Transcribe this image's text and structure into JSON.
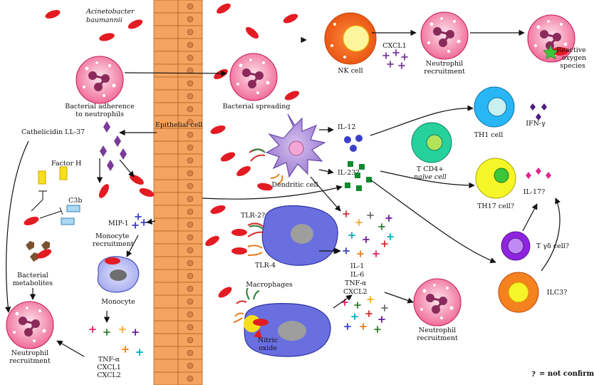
{
  "labels": {
    "bacterium_line1": "Acinetobacter",
    "bacterium_line2": "baumannii",
    "adherence_line1": "Bacterial adherence",
    "adherence_line2": "to neutrophils",
    "spreading": "Bacterial spreading",
    "nk_cell": "NK cell",
    "cxcl1_top": "CXCL1",
    "neutrophil_recruitment": "Neutrophil",
    "recruitment": "recruitment",
    "ros_line1": "Reactive",
    "ros_line2": "oxygen",
    "ros_line3": "species",
    "epithelial": "Epithelial cell",
    "cathelicidin": "Cathelicidin LL-37",
    "factor_h": "Factor H",
    "c3b": "C3b",
    "mip1": "MIP-1",
    "monocyte_recruitment_1": "Monocyte",
    "monocyte_recruitment_2": "recruitment",
    "monocyte": "Monocyte",
    "bacterial_metabolites_1": "Bacterial",
    "bacterial_metabolites_2": "metabolites",
    "neutrophil_recruitment_left_1": "Neutrophil",
    "neutrophil_recruitment_left_2": "recruitment",
    "tnf_left": "TNF-α",
    "cxcl1_left": "CXCL1",
    "cxcl2_left": "CXCL2",
    "il12": "IL-12",
    "il23": "IL-23?",
    "dendritic": "Dendritic cell",
    "tlr2": "TLR-2?",
    "tlr4": "TLR-4",
    "macrophages": "Macrophages",
    "nitric_1": "Nitric",
    "nitric_2": "oxide",
    "il1": "IL-1",
    "il6": "IL-6",
    "tnf_mid": "TNF-α",
    "cxcl2_mid": "CXCL2",
    "neutrophil_recruitment_mid_1": "Neutrophil",
    "neutrophil_recruitment_mid_2": "recruitment",
    "th1": "TH1 cell",
    "ifn": "IFN-γ",
    "tcd4_1": "T CD4+",
    "tcd4_2": "naïve cell",
    "th17": "TH17 cell?",
    "il17": "IL-17?",
    "tgd": "T γδ cell?",
    "ilc3": "ILC3?",
    "legend_mark": "?",
    "legend_text": " = not confirmed"
  },
  "colors": {
    "bacterium": "#e31b23",
    "neutrophil_fill": "#f4b8c8",
    "neutrophil_nucleus": "#8a2a5a",
    "epithelium": "#f4a460",
    "epithelium_edge": "#b5651d",
    "nk_fill": "#f26522",
    "nk_nucleus": "#fff59d",
    "dendritic_fill": "#b79ad9",
    "macrophage_fill": "#6a6fe0",
    "monocyte_fill": "#b3b8f0",
    "th1_fill": "#29b6f6",
    "tcd4_fill": "#26d19c",
    "th17_fill": "#f5f528",
    "tgd_fill": "#8e24e0",
    "ilc3_fill": "#f5821f",
    "il12_dots": "#3b3fc8",
    "il23_squares": "#0f8a2e",
    "il17_diamonds": "#e0288c",
    "ifn_diamonds": "#4a1d7a",
    "cathelicidin_diamonds": "#7a3b9a",
    "factor_h": "#f7e01a",
    "c3b": "#a9d8f5",
    "metabolites": "#7a5230"
  }
}
